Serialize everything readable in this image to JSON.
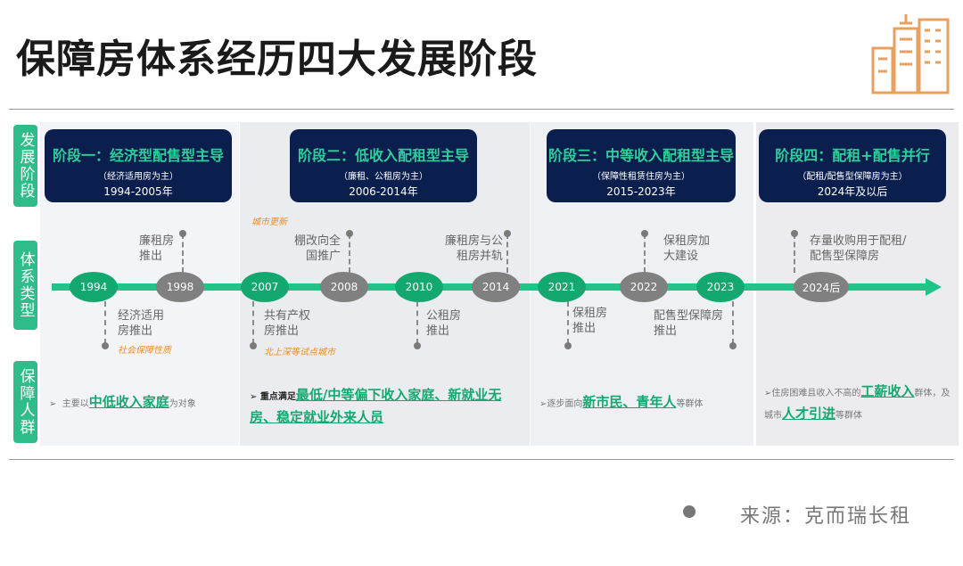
{
  "title": "保障房体系经历四大发展阶段",
  "row_labels": [
    "发展阶段",
    "体系类型",
    "保障人群"
  ],
  "stages": [
    {
      "title": "阶段一：经济型配售型主导",
      "sub": "（经济适用房为主）",
      "years": "1994-2005年"
    },
    {
      "title": "阶段二：低收入配租型主导",
      "sub": "（廉租、公租房为主）",
      "years": "2006-2014年"
    },
    {
      "title": "阶段三：中等收入配租型主导",
      "sub": "（保障性租赁住房为主）",
      "years": "2015-2023年"
    },
    {
      "title": "阶段四：配租+配售并行",
      "sub": "（配租/配售型保障房为主）",
      "years": "2024年及以后"
    }
  ],
  "nodes": [
    "1994",
    "1998",
    "2007",
    "2008",
    "2010",
    "2014",
    "2021",
    "2022",
    "2023",
    "2024后"
  ],
  "annotations": {
    "a1994": "经济适用房推出",
    "n1994": "社会保障性质",
    "a1998": "廉租房推出",
    "u_city": "城市更新",
    "a2007": "共有产权房推出",
    "n2007": "北上深等试点城市",
    "a2008": "棚改向全国推广",
    "a2010": "公租房推出",
    "a2014": "廉租房与公租房并轨",
    "a2021": "保租房推出",
    "a2022": "保租房加大建设",
    "a2023": "配售型保障房推出",
    "a2024": "存量收购用于配租/配售型保障房"
  },
  "groups": [
    {
      "pre": "主要以",
      "hl": "中低收入家庭",
      "post": "为对象"
    },
    {
      "pre": "重点满足",
      "hl": "最低/中等偏下收入家庭、新就业无房、稳定就业外来人员",
      "post": ""
    },
    {
      "pre": "逐步面向",
      "hl": "新市民、青年人",
      "post": "等群体"
    },
    {
      "pre": "住房困难且收入不高的",
      "hl": "工薪收入",
      "mid": "群体，及城市",
      "hl2": "人才引进",
      "post": "等群体"
    }
  ],
  "source": "来源：克而瑞长租",
  "colors": {
    "green": "#20c486",
    "navy": "#0b1f4f",
    "orange": "#f08c1e"
  }
}
